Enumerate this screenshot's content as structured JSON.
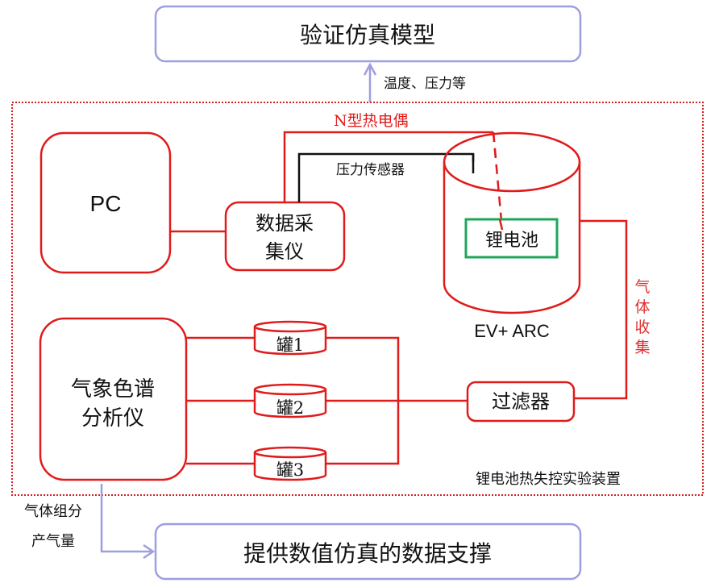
{
  "colors": {
    "equipment": "#e01b1b",
    "outcome": "#9e9ee0",
    "battery": "#1fa55a",
    "sensor_wire": "#111111",
    "text": "#111111",
    "label_red": "#e03030"
  },
  "outcomes": {
    "top_box": "验证仿真模型",
    "top_arrow_label": "温度、压力等",
    "bottom_box": "提供数值仿真的数据支撑",
    "bottom_arrow_label_line1": "气体组分",
    "bottom_arrow_label_line2": "产气量"
  },
  "setup": {
    "boundary_label": "锂电池热失控实验装置",
    "pc": "PC",
    "daq_line1": "数据采",
    "daq_line2": "集仪",
    "thermocouple_label": "N型热电偶",
    "pressure_sensor_label": "压力传感器",
    "calorimeter_label": "EV+ ARC",
    "battery_label": "锂电池",
    "gas_collection_label": [
      "气",
      "体",
      "收",
      "集"
    ],
    "filter": "过滤器",
    "gc_line1": "气象色谱",
    "gc_line2": "分析仪",
    "tanks": [
      "罐1",
      "罐2",
      "罐3"
    ]
  }
}
